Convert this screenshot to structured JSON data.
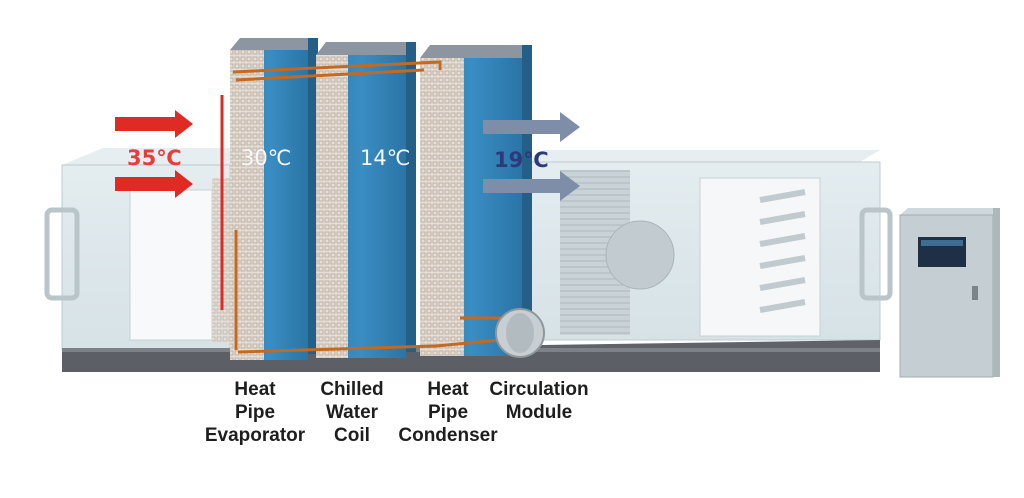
{
  "temperatures": {
    "inlet": "35℃",
    "after_evaporator": "30℃",
    "after_coil": "14℃",
    "outlet": "19℃"
  },
  "labels": {
    "evaporator": [
      "Heat",
      "Pipe",
      "Evaporator"
    ],
    "coil": [
      "Chilled",
      "Water",
      "Coil"
    ],
    "condenser": [
      "Heat",
      "Pipe",
      "Condenser"
    ],
    "circulation": [
      "Circulation",
      "Module"
    ]
  },
  "colors": {
    "hot_arrow": "#e02a24",
    "cool_arrow": "#7e8ea8",
    "coil_blue": "#2e7fb4",
    "housing": "#d6e3e8",
    "base": "#5c6066",
    "pipe": "#c26a22"
  }
}
